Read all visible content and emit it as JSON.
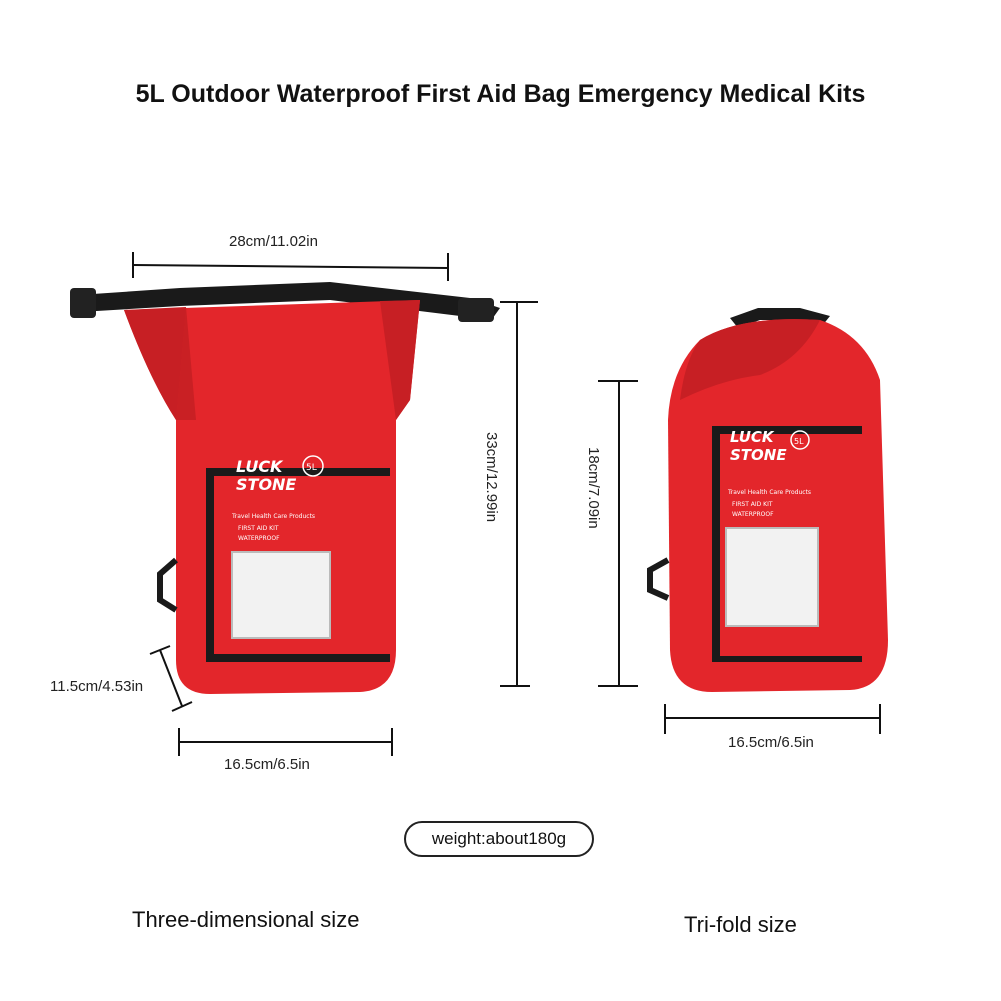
{
  "title": "5L Outdoor Waterproof First Aid Bag Emergency Medical Kits",
  "left_bag": {
    "width_label": "28cm/11.02in",
    "height_label": "33cm/12.99in",
    "depth_label": "11.5cm/4.53in",
    "bottom_label": "16.5cm/6.5in",
    "caption": "Three-dimensional size"
  },
  "right_bag": {
    "height_label": "18cm/7.09in",
    "bottom_label": "16.5cm/6.5in",
    "caption": "Tri-fold size"
  },
  "weight_label": "weight:about180g",
  "bag_branding": {
    "brand_line1": "LUCK",
    "brand_line2": "STONE",
    "capacity": "5L",
    "tagline": "Travel Health Care Products",
    "product_line1": "FIRST AID KIT",
    "product_line2": "WATERPROOF"
  },
  "colors": {
    "bag_red": "#e3262b",
    "bag_dark_red": "#b81c20",
    "strap_black": "#1a1a1a"
  }
}
